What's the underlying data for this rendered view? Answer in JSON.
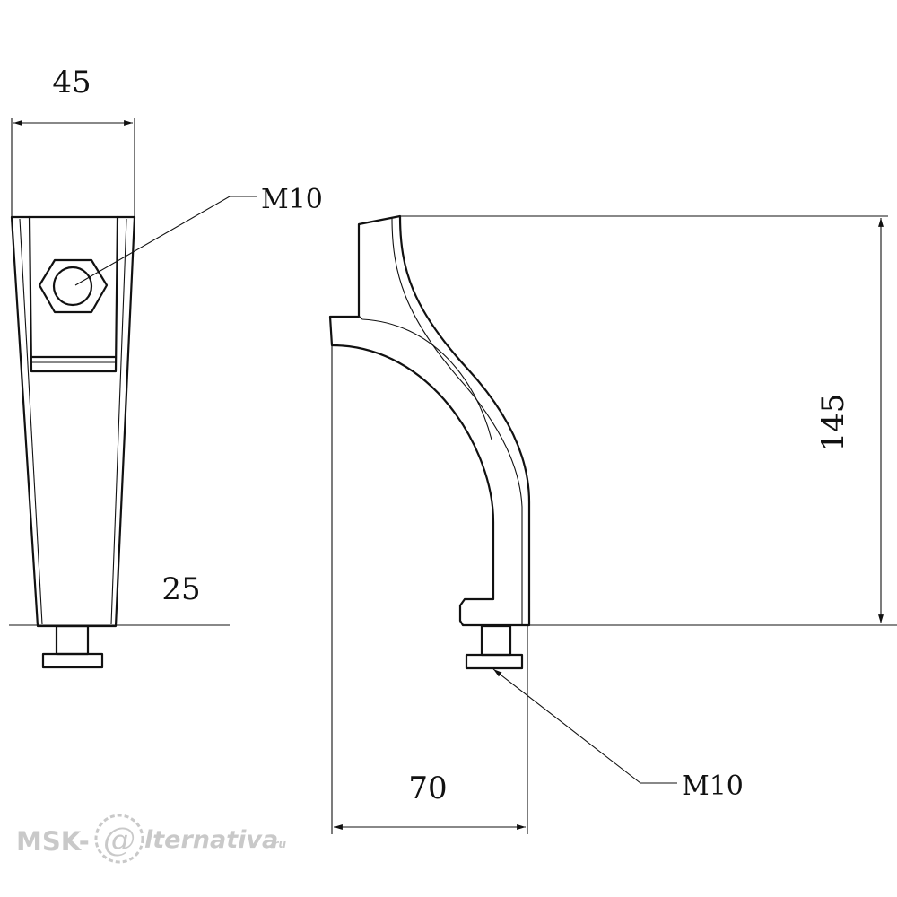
{
  "dimensions": {
    "width_top": "45",
    "width_bottom": "25",
    "height": "145",
    "depth": "70"
  },
  "callouts": {
    "thread_front": "M10",
    "thread_side": "M10"
  },
  "watermark": {
    "text_left": "MSK-",
    "text_right": "lternativa",
    "suffix": ".ru"
  }
}
